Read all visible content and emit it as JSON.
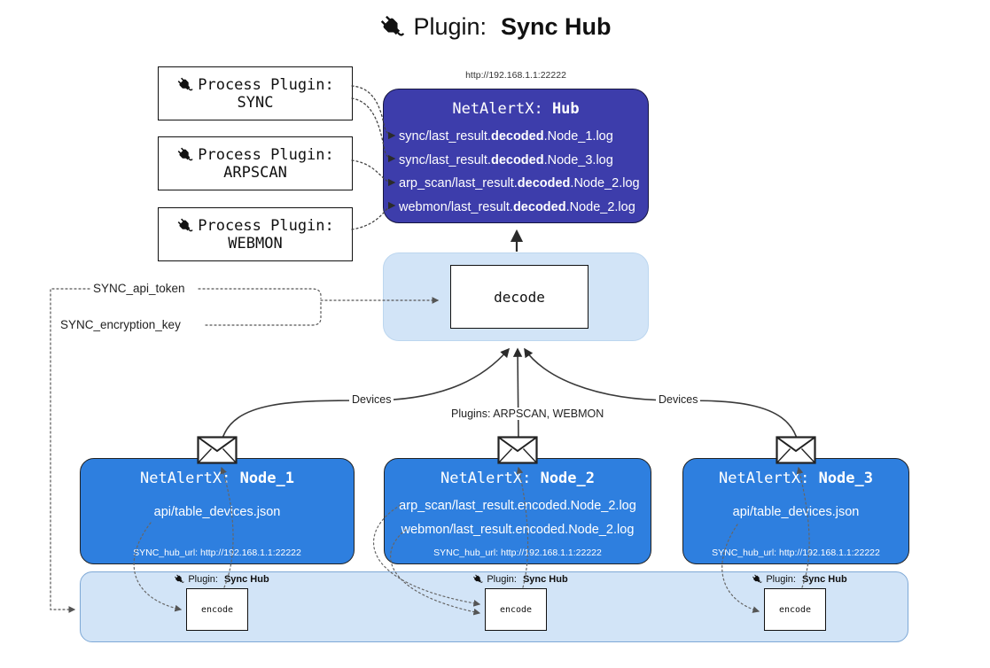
{
  "title": {
    "label": "Plugin:",
    "name": "Sync Hub"
  },
  "hub": {
    "url": "http://192.168.1.1:22222",
    "title_label": "NetAlertX:",
    "title_name": "Hub",
    "logs": [
      {
        "pre": "sync/last_result.",
        "em": "decoded",
        "post": ".Node_1.log"
      },
      {
        "pre": "sync/last_result.",
        "em": "decoded",
        "post": ".Node_3.log"
      },
      {
        "pre": "arp_scan/last_result.",
        "em": "decoded",
        "post": ".Node_2.log"
      },
      {
        "pre": "webmon/last_result.",
        "em": "decoded",
        "post": ".Node_2.log"
      }
    ]
  },
  "process_plugins": [
    {
      "label": "Process Plugin:",
      "name": "SYNC"
    },
    {
      "label": "Process Plugin:",
      "name": "ARPSCAN"
    },
    {
      "label": "Process Plugin:",
      "name": "WEBMON"
    }
  ],
  "decode_label": "decode",
  "keys": {
    "api_token": "SYNC_api_token",
    "encryption_key": "SYNC_encryption_key"
  },
  "edge_labels": {
    "left": "Devices",
    "center": "Plugins: ARPSCAN, WEBMON",
    "right": "Devices"
  },
  "nodes": [
    {
      "title_label": "NetAlertX:",
      "title_name": "Node_1",
      "line1": "api/table_devices.json",
      "hub_url": "SYNC_hub_url: http://192.168.1.1:22222"
    },
    {
      "title_label": "NetAlertX:",
      "title_name": "Node_2",
      "line1": "arp_scan/last_result.encoded.Node_2.log",
      "line2": "webmon/last_result.encoded.Node_2.log",
      "hub_url": "SYNC_hub_url: http://192.168.1.1:22222"
    },
    {
      "title_label": "NetAlertX:",
      "title_name": "Node_3",
      "line1": "api/table_devices.json",
      "hub_url": "SYNC_hub_url: http://192.168.1.1:22222"
    }
  ],
  "encoder": {
    "plugin_label": "Plugin:",
    "plugin_name": "Sync Hub",
    "box_label": "encode"
  },
  "colors": {
    "hub_fill": "#3d3dab",
    "node_fill": "#2e7fdf",
    "panel_fill": "#d2e4f7"
  }
}
